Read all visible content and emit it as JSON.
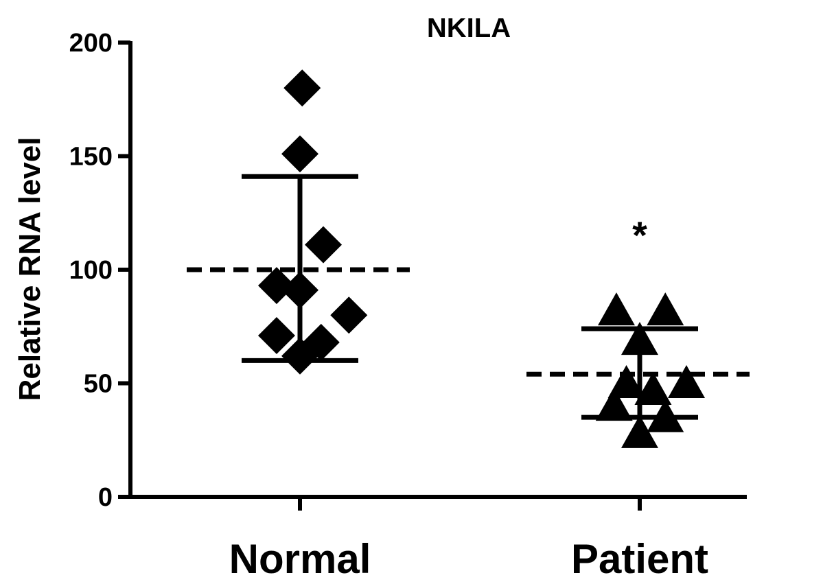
{
  "chart_data": {
    "type": "scatter",
    "title": "NKILA",
    "xlabel": "",
    "ylabel": "Relative RNA level",
    "ylim": [
      0,
      200
    ],
    "yticks": [
      "0",
      "50",
      "100",
      "150",
      "200"
    ],
    "categories": [
      "Normal",
      "Patient"
    ],
    "grid": false,
    "series": [
      {
        "category": "Normal",
        "marker": "diamond",
        "points": [
          {
            "x": 0.02,
            "y": 180
          },
          {
            "x": 0.0,
            "y": 151
          },
          {
            "x": 0.21,
            "y": 111
          },
          {
            "x": -0.21,
            "y": 93
          },
          {
            "x": 0.0,
            "y": 91
          },
          {
            "x": 0.44,
            "y": 80
          },
          {
            "x": -0.21,
            "y": 71
          },
          {
            "x": 0.19,
            "y": 68
          },
          {
            "x": 0.0,
            "y": 62
          }
        ],
        "mean": 100,
        "error_upper": 141,
        "error_lower": 60
      },
      {
        "category": "Patient",
        "marker": "triangle",
        "points": [
          {
            "x": -0.21,
            "y": 81
          },
          {
            "x": 0.23,
            "y": 81
          },
          {
            "x": 0.0,
            "y": 68
          },
          {
            "x": -0.12,
            "y": 49
          },
          {
            "x": 0.12,
            "y": 46
          },
          {
            "x": 0.42,
            "y": 49
          },
          {
            "x": -0.23,
            "y": 39
          },
          {
            "x": 0.23,
            "y": 34
          },
          {
            "x": 0.0,
            "y": 27
          }
        ],
        "mean": 54,
        "error_upper": 74,
        "error_lower": 35
      }
    ],
    "annotations": [
      {
        "category": "Patient",
        "text": "*"
      }
    ]
  }
}
